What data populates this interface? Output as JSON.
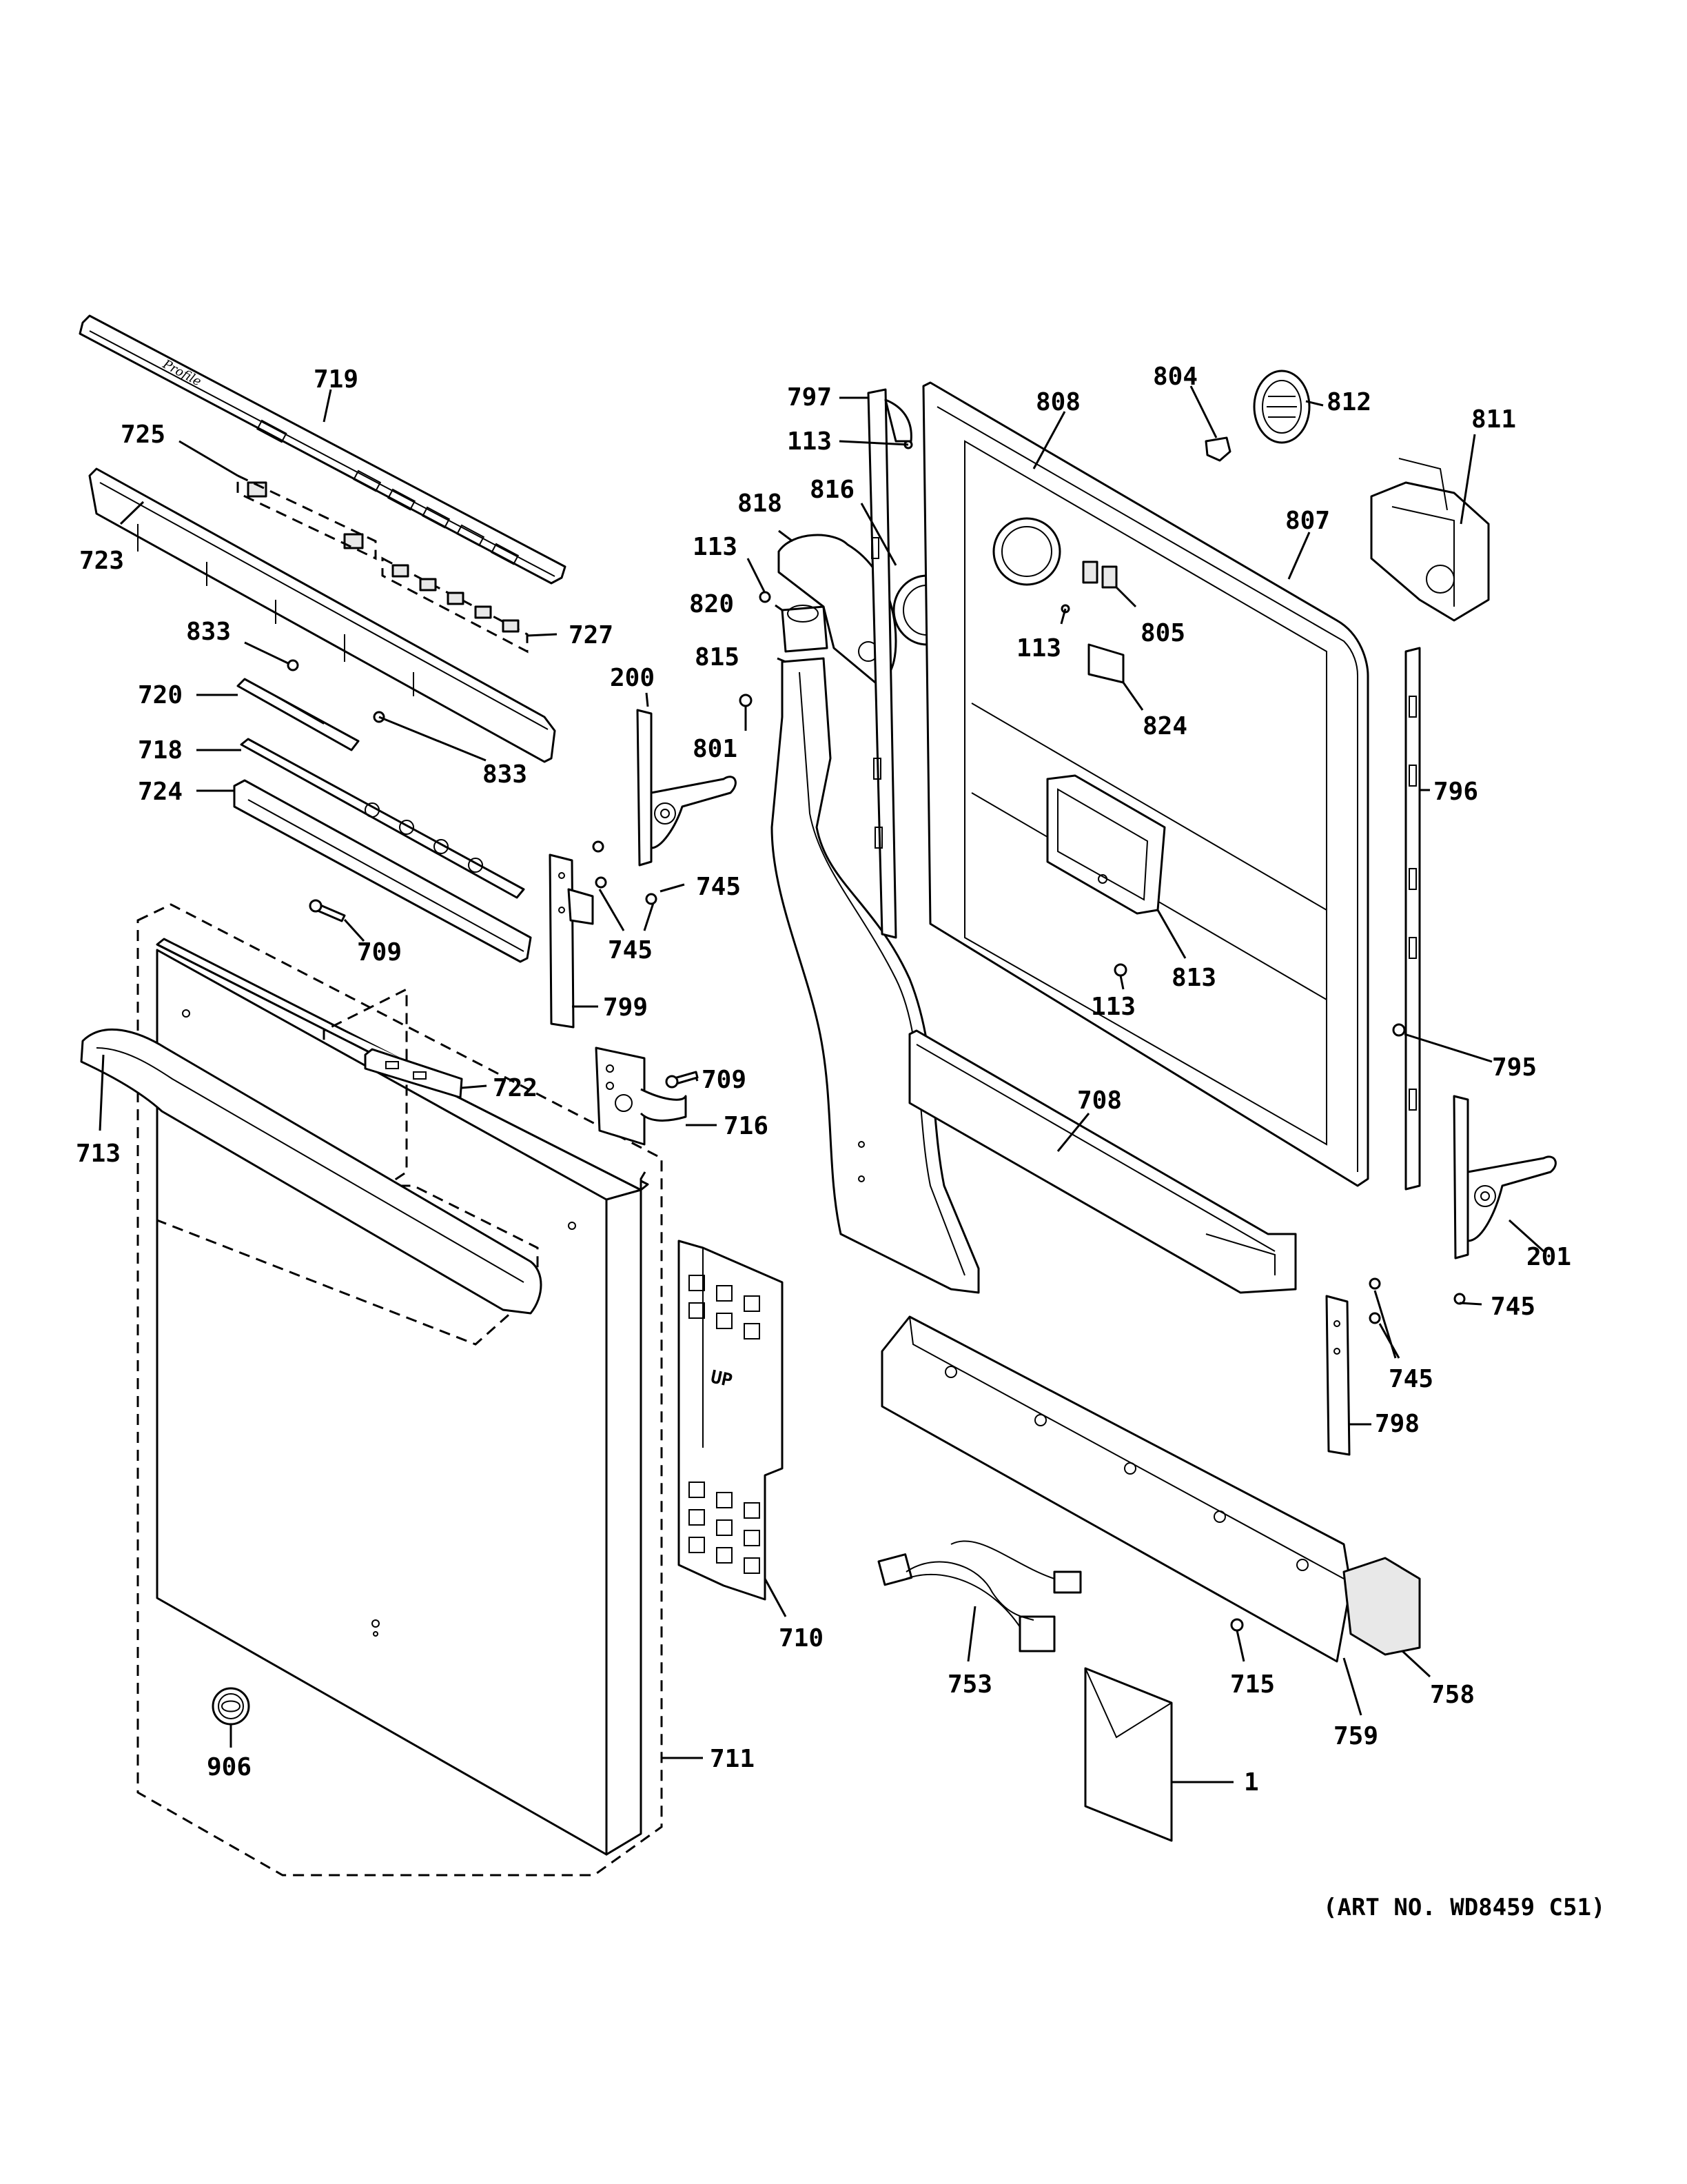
{
  "diagram": {
    "art_number": "(ART NO. WD8459 C51)",
    "brand_mark": "Profile",
    "up_mark": "UP",
    "callouts": {
      "c719": "719",
      "c725": "725",
      "c723": "723",
      "c727": "727",
      "c833a": "833",
      "c833b": "833",
      "c720": "720",
      "c718": "718",
      "c724": "724",
      "c709a": "709",
      "c709b": "709",
      "c745a": "745",
      "c745b": "745",
      "c745c": "745",
      "c745d": "745",
      "c799": "799",
      "c200": "200",
      "c722": "722",
      "c716": "716",
      "c713": "713",
      "c711": "711",
      "c906": "906",
      "c710": "710",
      "c797": "797",
      "c113a": "113",
      "c113b": "113",
      "c113c": "113",
      "c113d": "113",
      "c818": "818",
      "c816": "816",
      "c820": "820",
      "c815": "815",
      "c801": "801",
      "c808": "808",
      "c804": "804",
      "c812": "812",
      "c811": "811",
      "c807": "807",
      "c805": "805",
      "c824": "824",
      "c796": "796",
      "c813": "813",
      "c795": "795",
      "c708": "708",
      "c201": "201",
      "c798": "798",
      "c753": "753",
      "c715": "715",
      "c758": "758",
      "c759": "759",
      "c1": "1"
    }
  }
}
